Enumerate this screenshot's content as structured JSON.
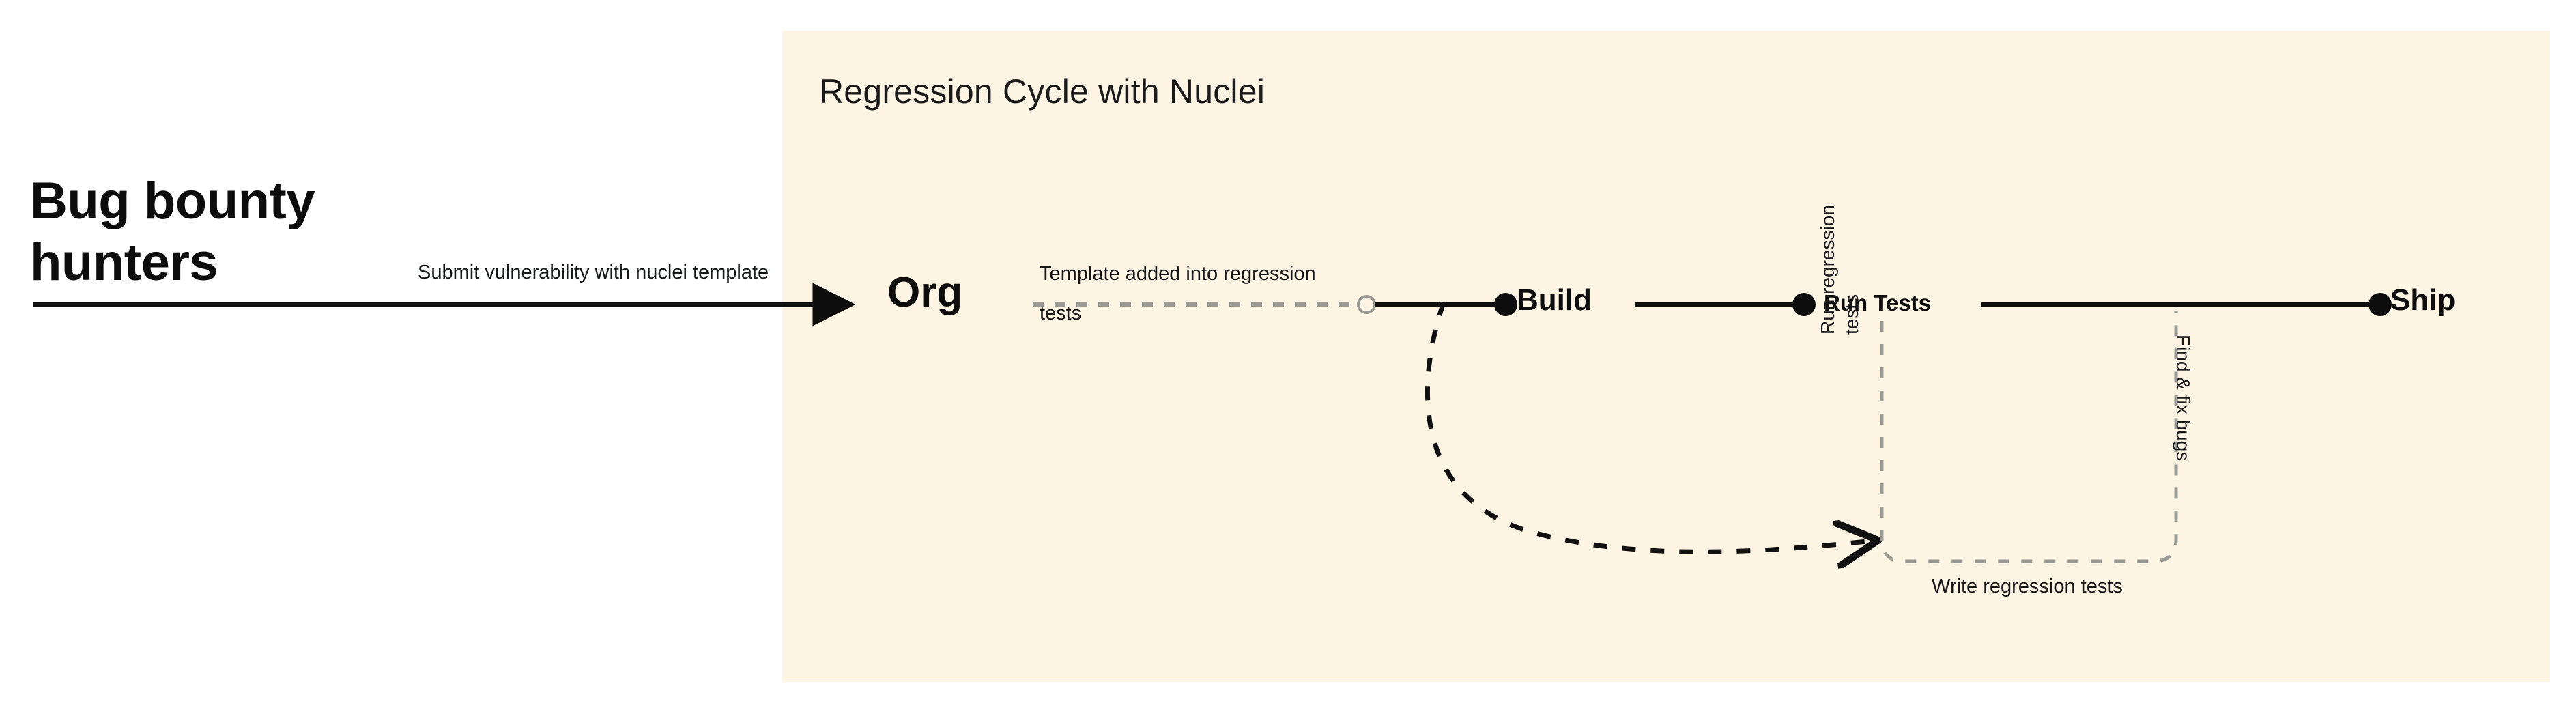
{
  "colors": {
    "panel_bg": "#fdf4e3",
    "page_bg": "#ffffff",
    "ink": "#0d0d0d",
    "dash_gray": "#9a9a94",
    "dash_dark": "#111111"
  },
  "left": {
    "actor_label": "Bug bounty\nhunters",
    "submit_edge_label": "Submit vulnerability with\nnuclei template"
  },
  "panel": {
    "title": "Regression Cycle with Nuclei"
  },
  "diagram": {
    "type": "timeline-flow",
    "nodes": [
      {
        "id": "org",
        "label": "Org"
      },
      {
        "id": "build",
        "label": "Build"
      },
      {
        "id": "run-tests",
        "label": "Run Tests"
      },
      {
        "id": "ship",
        "label": "Ship"
      }
    ],
    "edges": [
      {
        "from": "bug-bounty-hunters",
        "to": "org",
        "label": "Submit vulnerability with nuclei template",
        "style": "solid-arrow"
      },
      {
        "from": "org",
        "to": "build",
        "label": "Template added into regression tests",
        "style": "dashed"
      },
      {
        "from": "build",
        "to": "run-tests",
        "label": "",
        "style": "solid"
      },
      {
        "from": "run-tests",
        "to": "ship",
        "label": "",
        "style": "solid"
      },
      {
        "from": "build",
        "to": "write-tests",
        "label": "Run regression tests",
        "style": "dashed-curve-arrow"
      }
    ],
    "edge_labels": {
      "template_added": "Template added into\nregression tests",
      "run_regression": "Run regression\ntests",
      "find_fix_bugs": "Find & fix bugs",
      "write_regression": "Write regression tests"
    }
  }
}
